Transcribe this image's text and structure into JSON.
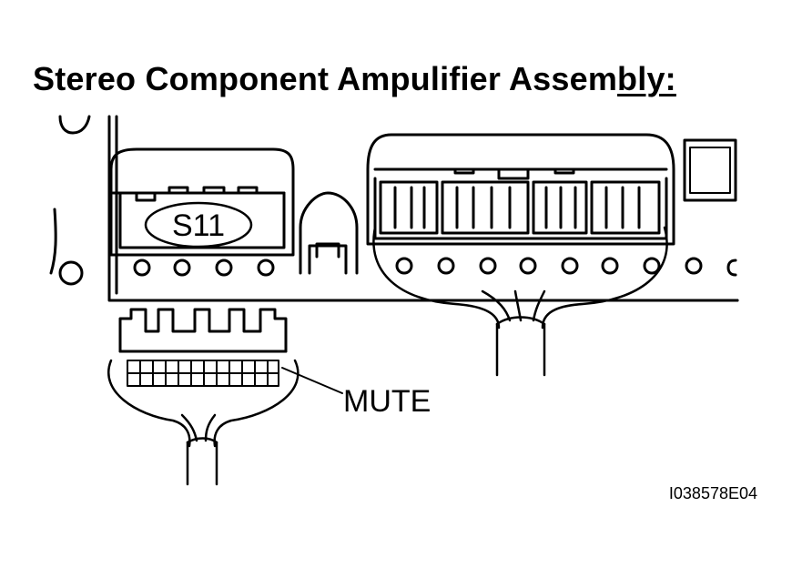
{
  "title": {
    "main": "Stereo Component Ampulifier Assem",
    "underlined": "bly:"
  },
  "connector_label": "S11",
  "callout_label": "MUTE",
  "figure_id": "I038578E04"
}
